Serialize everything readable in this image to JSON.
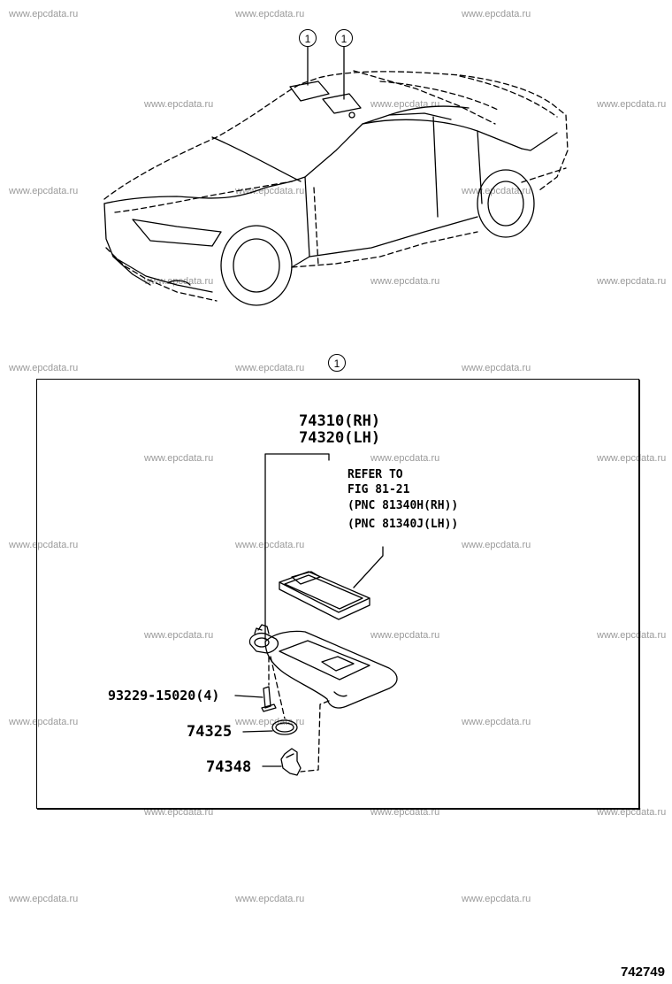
{
  "watermark": "www.epcdata.ru",
  "callouts": {
    "top_left": "1",
    "top_right": "1",
    "detail": "1"
  },
  "parts": {
    "visor_rh": "74310(RH)",
    "visor_lh": "74320(LH)",
    "refer_line1": "REFER TO",
    "refer_line2": "FIG 81-21",
    "refer_line3": "(PNC 81340H(RH))",
    "refer_line4": "(PNC 81340J(LH))",
    "screw": "93229-15020(4)",
    "cover": "74325",
    "holder": "74348"
  },
  "figure_number": "742749"
}
